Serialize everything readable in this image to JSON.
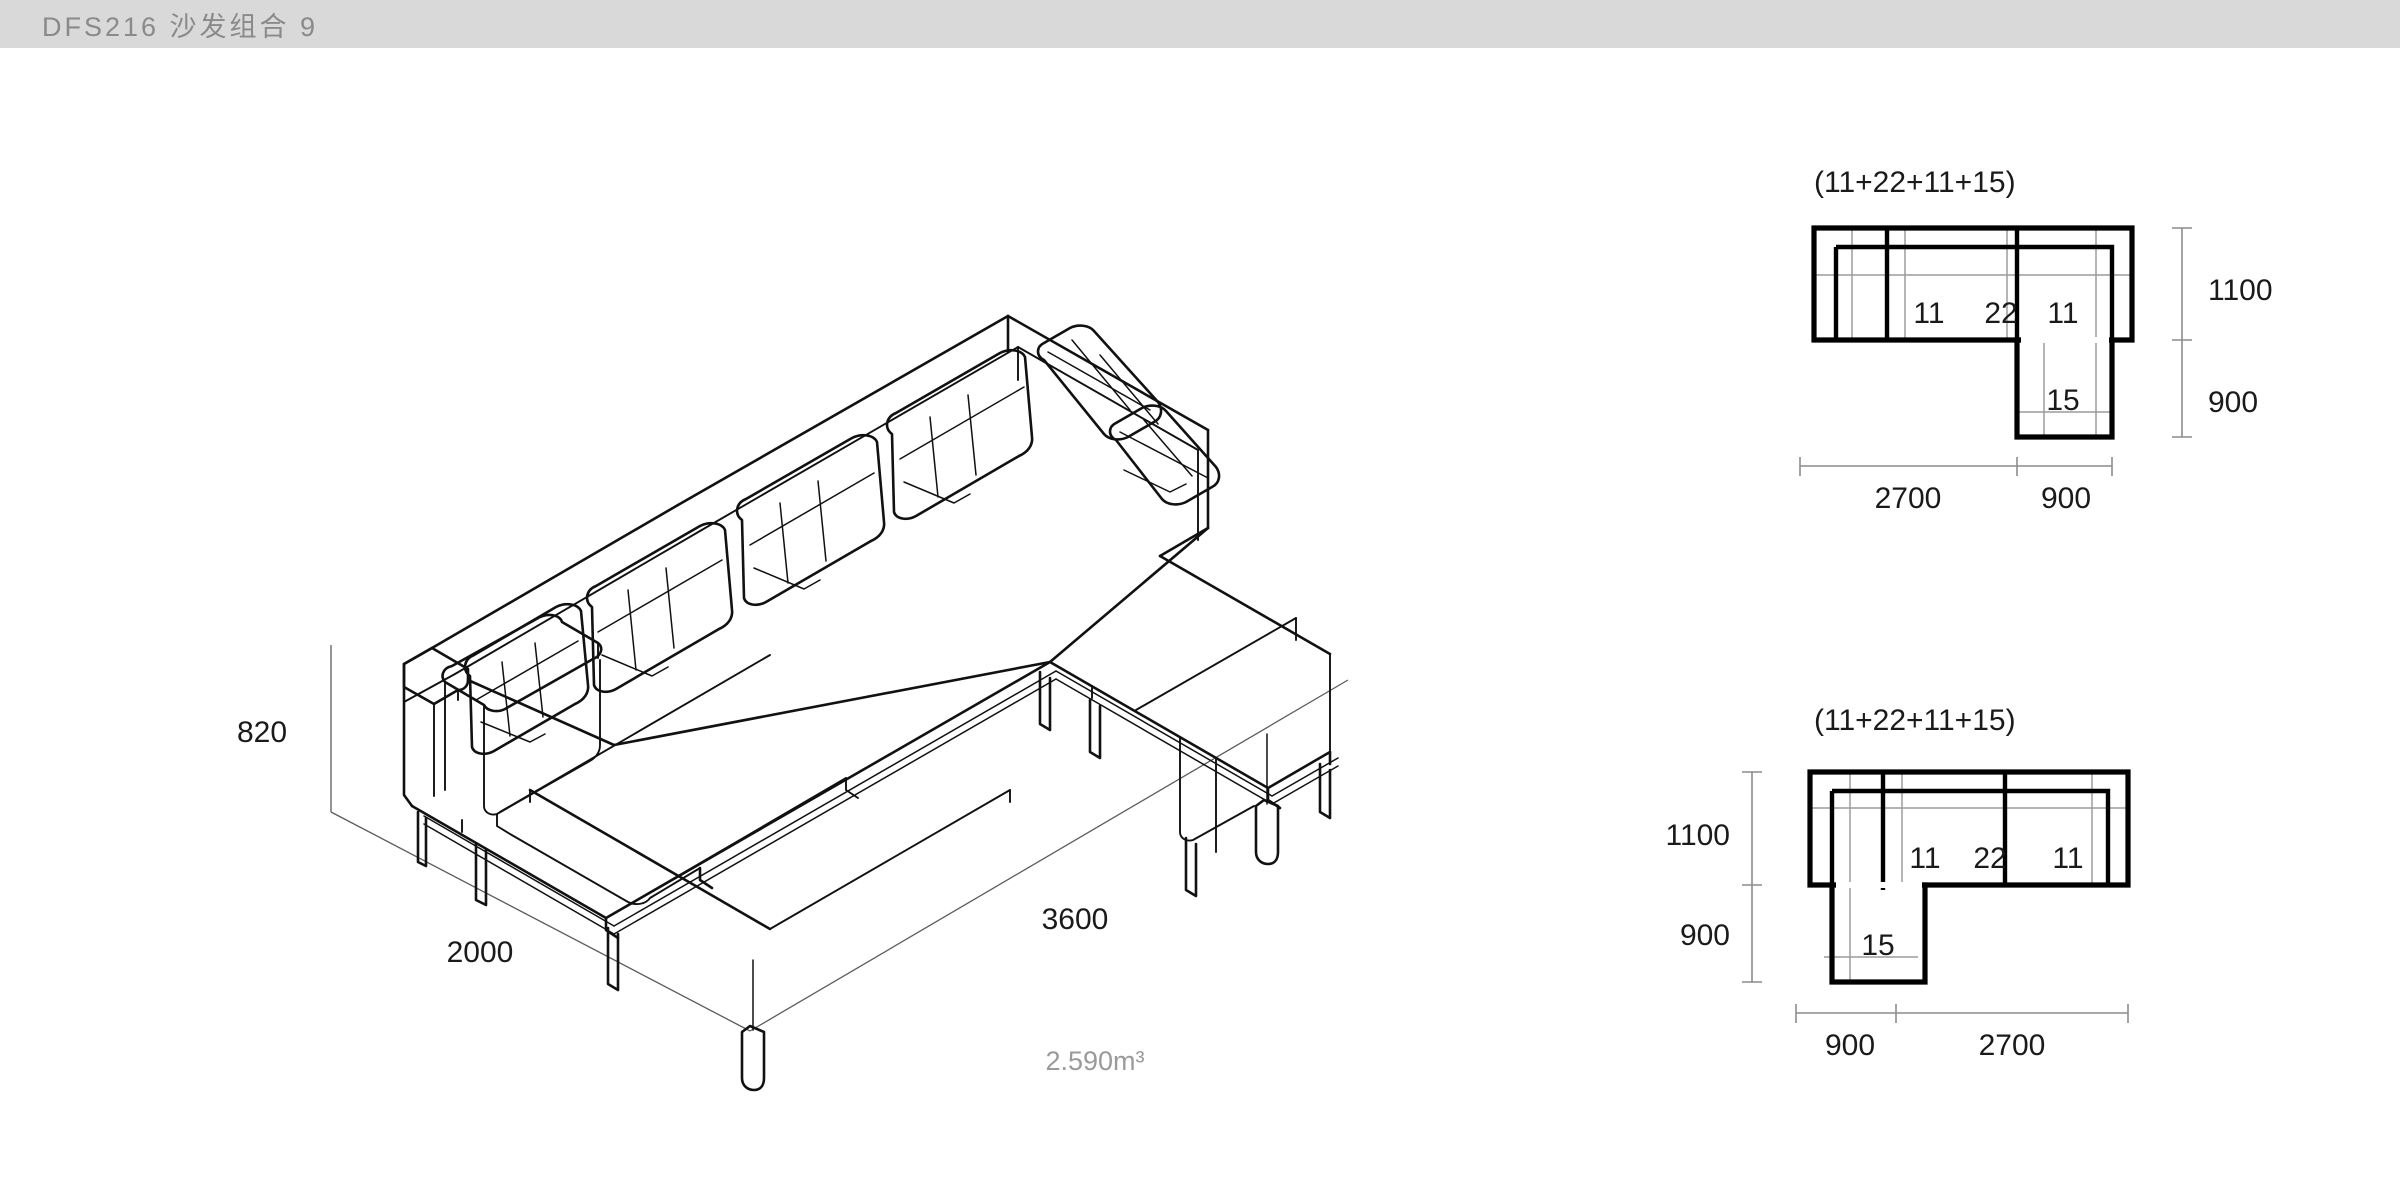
{
  "header": {
    "title": "DFS216 沙发组合 9",
    "bar_color": "#d9d9d9",
    "text_color": "#8a8a8a"
  },
  "perspective": {
    "name": "isometric-sofa-view",
    "dimensions": {
      "height_label": "820",
      "depth_label": "2000",
      "width_label": "3600"
    },
    "volume_label": "2.590m³"
  },
  "plan_top": {
    "config_label": "(11+22+11+15)",
    "modules": [
      {
        "code": "11",
        "position": "left-seat"
      },
      {
        "code": "22",
        "position": "center-seat"
      },
      {
        "code": "11",
        "position": "right-seat"
      },
      {
        "code": "15",
        "position": "chaise-right"
      }
    ],
    "dim_vertical": [
      "1100",
      "900"
    ],
    "dim_horizontal": [
      "2700",
      "900"
    ],
    "orientation": "chaise-right"
  },
  "plan_bottom": {
    "config_label": "(11+22+11+15)",
    "modules": [
      {
        "code": "11",
        "position": "left-seat"
      },
      {
        "code": "22",
        "position": "center-seat"
      },
      {
        "code": "11",
        "position": "right-seat"
      },
      {
        "code": "15",
        "position": "chaise-left"
      }
    ],
    "dim_vertical": [
      "1100",
      "900"
    ],
    "dim_horizontal": [
      "900",
      "2700"
    ],
    "orientation": "chaise-left"
  },
  "chart_data": {
    "type": "table",
    "title": "DFS216 沙发组合 9",
    "overall_width_mm": 3600,
    "overall_depth_mm": 2000,
    "overall_height_mm": 820,
    "volume_m3": 2.59,
    "plan_segments_mm": {
      "main_run": 2700,
      "chaise_run": 900,
      "main_depth": 1100,
      "chaise_depth": 900
    },
    "module_codes": [
      "11",
      "22",
      "11",
      "15"
    ]
  }
}
